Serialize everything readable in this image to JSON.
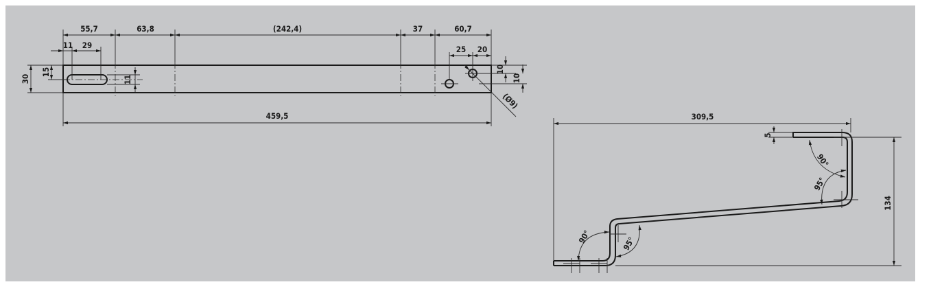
{
  "flat_view": {
    "top_dims": {
      "d557": "55,7",
      "d638": "63,8",
      "d2424": "(242,4)",
      "d37": "37",
      "d607": "60,7"
    },
    "slot_dims": {
      "d11": "11",
      "d29": "29"
    },
    "hole_dims": {
      "d25": "25",
      "d20": "20"
    },
    "left_dims": {
      "d30": "30",
      "d15": "15",
      "d11": "11"
    },
    "right_dims": {
      "d10a": "10",
      "d10b": "10"
    },
    "diameter": "(Ø9)",
    "overall_length": "459,5"
  },
  "bent_view": {
    "overall_width": "309,5",
    "height": "134",
    "thickness": "5",
    "angle_top_90": "90°",
    "angle_top_95": "95°",
    "angle_bottom_90": "90°",
    "angle_bottom_95": "95°"
  }
}
